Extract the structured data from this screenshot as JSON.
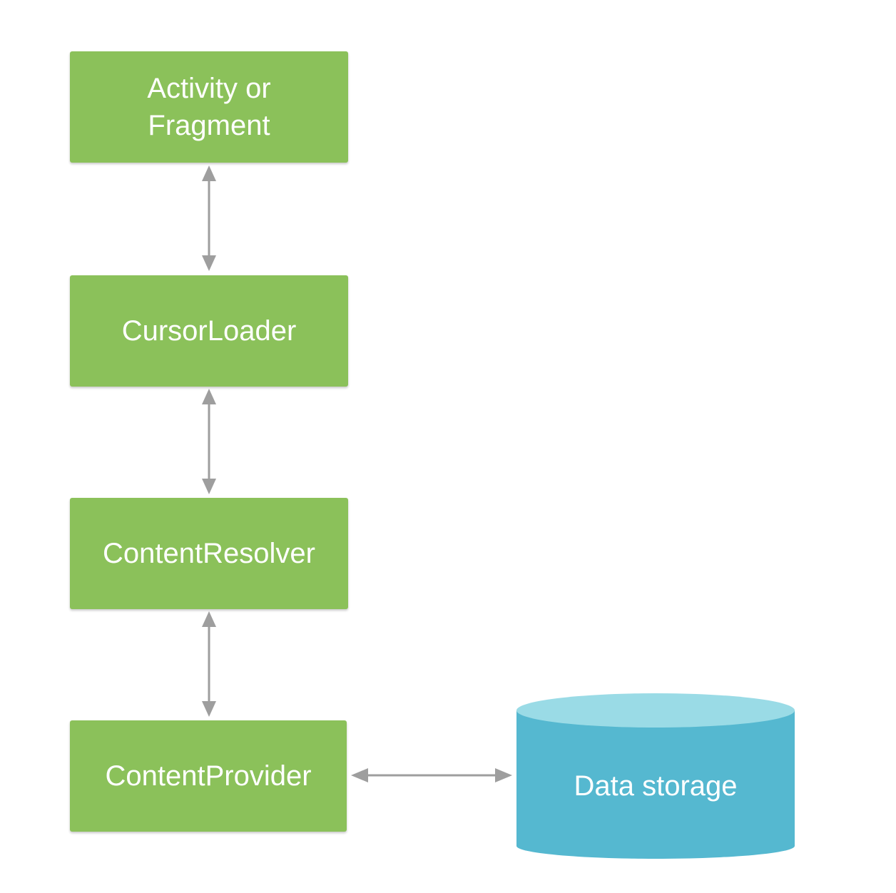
{
  "nodes": {
    "activity": [
      "Activity or",
      "Fragment"
    ],
    "cursor_loader": "CursorLoader",
    "content_resolver": "ContentResolver",
    "content_provider": "ContentProvider",
    "data_storage": "Data storage"
  },
  "edges": [
    {
      "from": "Activity or Fragment",
      "to": "CursorLoader",
      "direction": "both"
    },
    {
      "from": "CursorLoader",
      "to": "ContentResolver",
      "direction": "both"
    },
    {
      "from": "ContentResolver",
      "to": "ContentProvider",
      "direction": "both"
    },
    {
      "from": "ContentProvider",
      "to": "Data storage",
      "direction": "both"
    }
  ],
  "colors": {
    "box": "#8bc15a",
    "cylinder_body": "#55b8d0",
    "cylinder_top": "#9adbe6",
    "arrow": "#9e9e9e",
    "text": "#ffffff"
  }
}
